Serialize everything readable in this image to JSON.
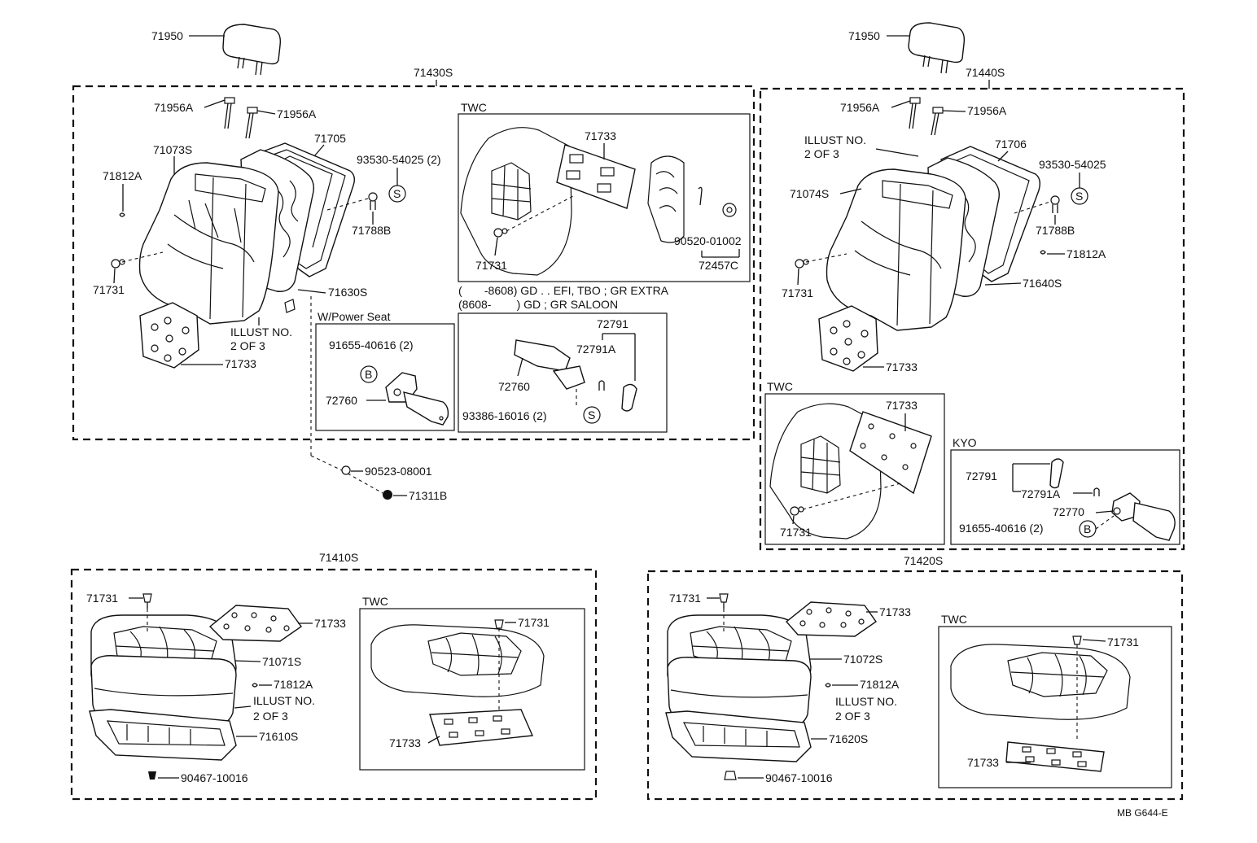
{
  "diagram": {
    "footer_code": "MB G644-E",
    "groups": {
      "front_left_back": "71430S",
      "front_right_back": "71440S",
      "cushion_left": "71410S",
      "cushion_right": "71420S"
    },
    "section_titles": {
      "twc": "TWC",
      "kyo": "KYO",
      "power_seat": "W/Power Seat"
    },
    "notes": {
      "range1": "(       -8608) GD . . EFI, TBO ; GR EXTRA",
      "range2": "(8608-        ) GD ; GR SALOON",
      "illust_line1": "ILLUST NO.",
      "illust_line2": "2 OF 3"
    },
    "parts": {
      "headrest": "71950",
      "support": "71956A",
      "cover_left_back": "71073S",
      "cover_right_back": "71074S",
      "frame_left": "71705",
      "frame_right": "71706",
      "bolt": "93530-54025 (2)",
      "bolt_single": "93530-54025",
      "hog_ring": "71812A",
      "clip": "71731",
      "pad_clip": "71788B",
      "pad_left": "71630S",
      "pad_right": "71640S",
      "plate": "71733",
      "screw": "90520-01002",
      "hinge_cover": "72457C",
      "power_bolt": "91655-40616 (2)",
      "recliner": "72760",
      "knob_group": "72791",
      "knob": "72791A",
      "recliner_right": "72770",
      "knob_bolt": "93386-16016 (2)",
      "nut": "90523-08001",
      "cap": "71311B",
      "cover_left_cushion": "71071S",
      "cover_right_cushion": "71072S",
      "frame_left_cushion": "71610S",
      "frame_right_cushion": "71620S",
      "clip_bottom": "90467-10016"
    },
    "symbols": {
      "s": "S",
      "b": "B"
    }
  }
}
